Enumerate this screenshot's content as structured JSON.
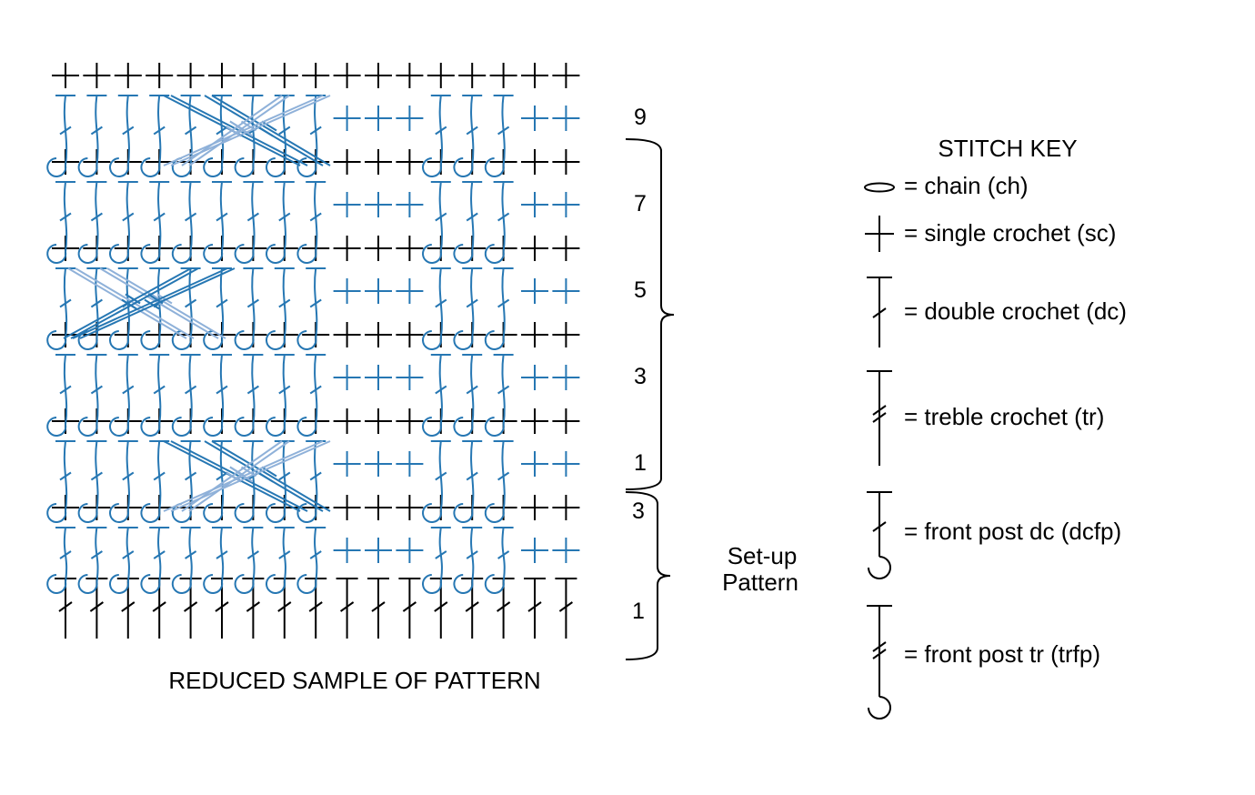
{
  "chart": {
    "caption": "REDUCED SAMPLE OF PATTERN",
    "row_numbers": [
      "9",
      "7",
      "5",
      "3",
      "1",
      "3",
      "1"
    ],
    "setup_label_line1": "Set-up",
    "setup_label_line2": "Pattern",
    "cable_columns": 9,
    "plain_columns": 8,
    "colors": {
      "ink": "#000000",
      "blue": "#2677b3",
      "light_blue": "#8fb1d9"
    }
  },
  "key": {
    "title": "STITCH KEY",
    "items": [
      {
        "icon": "chain-icon",
        "label": "= chain (ch)"
      },
      {
        "icon": "single-crochet-icon",
        "label": "= single crochet (sc)"
      },
      {
        "icon": "double-crochet-icon",
        "label": "= double crochet (dc)"
      },
      {
        "icon": "treble-crochet-icon",
        "label": "= treble crochet (tr)"
      },
      {
        "icon": "front-post-dc-icon",
        "label": "= front post dc (dcfp)"
      },
      {
        "icon": "front-post-tr-icon",
        "label": "= front post tr (trfp)"
      }
    ]
  }
}
